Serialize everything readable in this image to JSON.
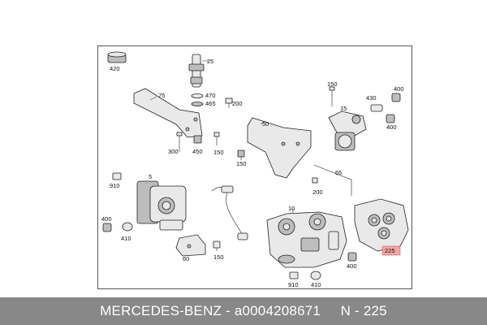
{
  "callouts": {
    "c420": "420",
    "c25": "25",
    "c470": "470",
    "c465": "465",
    "c200a": "200",
    "c75": "75",
    "c300": "300",
    "c450": "450",
    "c150a": "150",
    "c150b": "150",
    "c430": "430",
    "c400a": "400",
    "c15": "15",
    "c400b": "400",
    "c50": "50",
    "c150c": "150",
    "c65": "65",
    "c200b": "200",
    "c910a": "910",
    "c5": "5",
    "c10": "10",
    "c400c": "400",
    "c410a": "410",
    "c60": "60",
    "c150d": "150",
    "c225": "225",
    "c400d": "400",
    "c910b": "910",
    "c410b": "410"
  },
  "footer": {
    "text": "MERCEDES-BENZ - a0004208671     N - 225"
  },
  "colors": {
    "footer_bg": "#888888",
    "highlight": "#f4a6a6"
  }
}
